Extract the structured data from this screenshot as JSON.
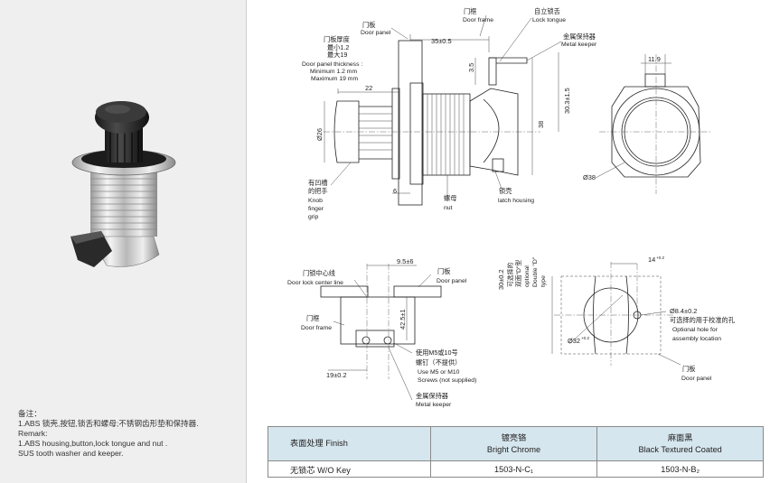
{
  "notes": {
    "heading_cn": "备注：",
    "line_cn": "1.ABS 锁壳,按钮,锁舌和螺母;不锈钢齿形垫和保持器.",
    "heading_en": "Remark:",
    "line_en_1": "1.ABS housing,button,lock tongue and nut .",
    "line_en_2": "SUS tooth washer and keeper."
  },
  "drawing_main": {
    "door_panel_cn": "门板",
    "door_panel_en": "Door panel",
    "door_frame_cn": "门框",
    "door_frame_en": "Door frame",
    "lock_tongue_cn": "自立锁舌",
    "lock_tongue_en": "Lock tongue",
    "metal_keeper_cn": "金属保持器",
    "metal_keeper_en": "Metal keeper",
    "thickness_cn": "门板厚度",
    "thickness_min_cn": "最小1.2",
    "thickness_max_cn": "最大19",
    "thickness_en": "Door panel thickness :",
    "thickness_min_en": "Minimum  1.2 mm",
    "thickness_max_en": "Maximum 19 mm",
    "dim_35": "35±0.5",
    "dim_3_5": "3.5",
    "dim_22": "22",
    "dim_26": "Ø26",
    "dim_38": "38",
    "dim_30_3": "30.3±1.5",
    "dim_6": "6",
    "knob_cn_1": "有凹槽",
    "knob_cn_2": "的把手",
    "knob_en_1": "Knob",
    "knob_en_2": "finger",
    "knob_en_3": "grip",
    "nut_cn": "螺母",
    "nut_en": "nut",
    "housing_cn": "锁壳",
    "housing_en": "latch housing"
  },
  "drawing_front": {
    "dim_11_9": "11.9",
    "dim_38": "Ø38"
  },
  "drawing_keeper": {
    "center_cn": "门锁中心线",
    "center_en": "Door lock center line",
    "dim_9_5": "9.5±6",
    "panel_cn": "门板",
    "panel_en": "Door panel",
    "frame_cn": "门框",
    "frame_en": "Door frame",
    "dim_42_5": "42.5±1",
    "dim_19": "19±0.2",
    "screw_cn_1": "使用M5或10号",
    "screw_cn_2": "螺钉（不提供）",
    "screw_en_1": "Use M5 or M10",
    "screw_en_2": "Screws (not supplied)",
    "keeper_cn": "金属保持器",
    "keeper_en": "Metal keeper"
  },
  "drawing_cutout": {
    "dim_30": "30±0.2",
    "double_d_cn_1": "可选择的",
    "double_d_cn_2": "双面\"D\"型",
    "double_d_en_1": "optional",
    "double_d_en_2": "Double \"D\"",
    "double_d_en_3": "type",
    "dim_14": "14",
    "dim_14_tol": "+0.2",
    "dim_8_4": "Ø8.4±0.2",
    "hole_cn": "可选择的用于校准的孔",
    "hole_en_1": "Optional hole for",
    "hole_en_2": "assembly location",
    "dim_32": "Ø32",
    "dim_32_tol": "+0.2",
    "panel_cn": "门板",
    "panel_en": "Door panel"
  },
  "table": {
    "header_finish": "表面处理 Finish",
    "header_chrome_cn": "镀亮铬",
    "header_chrome_en": "Bright Chrome",
    "header_black_cn": "麻面黑",
    "header_black_en": "Black Textured Coated",
    "row_label": "无锁芯 W/O Key",
    "row_chrome": "1503-N-C₁",
    "row_black": "1503-N-B₂"
  }
}
